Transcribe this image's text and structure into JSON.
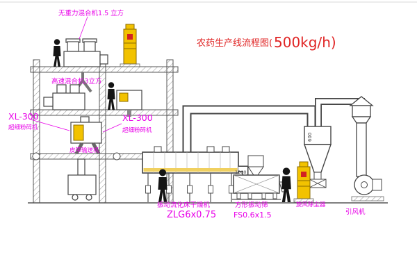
{
  "title": {
    "prefix": "农药生产线流程图(",
    "capacity": "500kg/h)"
  },
  "labels": {
    "mixer_top": "无重力混合机1.5 立方",
    "mixer_mid": "高速混合机3立方",
    "mill_left_model": "XL-300",
    "mill_left_name": "超细粉碎机",
    "mill_mid_model": "XL-300",
    "mill_mid_name": "超细粉碎机",
    "belt_conveyor": "皮带输送机",
    "dryer_name": "振动流化床干燥机",
    "dryer_model": "ZLG6x0.75",
    "screen_name": "方形振动筛",
    "screen_model": "FS0.6x1.5",
    "cyclone_label": "旋风除尘器",
    "fan_label": "引风机",
    "cyclone_dia": "600",
    "screen_dim": "1500"
  },
  "colors": {
    "label_magenta": "#e800e8",
    "title_red": "#e02525",
    "equipment_yellow": "#f2c200",
    "line_gray": "#444444"
  }
}
